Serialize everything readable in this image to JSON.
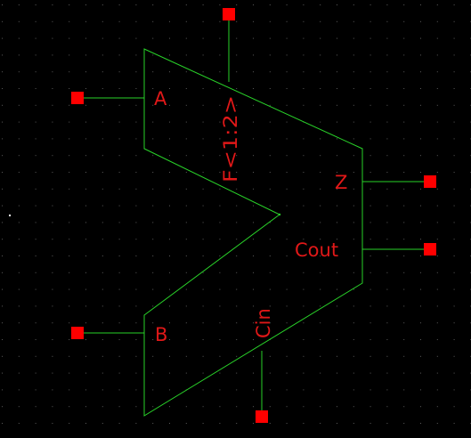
{
  "schematic": {
    "background_color": "#000000",
    "grid_dot_color": "#5a5a5a",
    "outline_color": "#29d229",
    "pin_color": "#ff0000",
    "label_color": "#e01818",
    "pins": {
      "a": "A",
      "b": "B",
      "f": "F<1:2>",
      "cin": "Cin",
      "z": "Z",
      "cout": "Cout"
    }
  }
}
